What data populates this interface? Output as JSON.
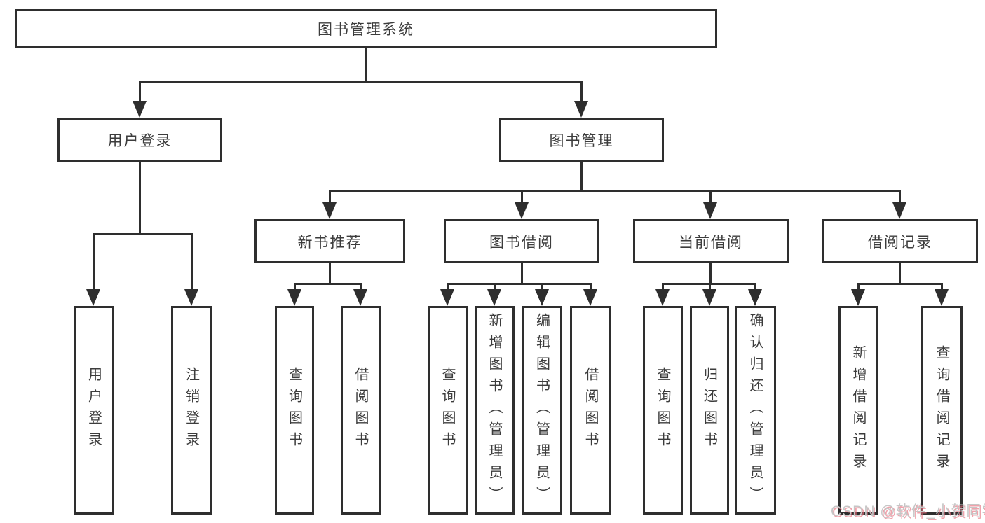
{
  "diagram": {
    "root": "图书管理系统",
    "level2": {
      "login": "用户登录",
      "management": "图书管理"
    },
    "level3": {
      "newbook": "新书推荐",
      "borrow": "图书借阅",
      "current": "当前借阅",
      "records": "借阅记录"
    },
    "leaves": {
      "login": [
        "用户登录",
        "注销登录"
      ],
      "newbook": [
        "查询图书",
        "借阅图书"
      ],
      "borrow": [
        "查询图书",
        "新增图书（管理员）",
        "编辑图书（管理员）",
        "借阅图书"
      ],
      "current": [
        "查询图书",
        "归还图书",
        "确认归还（管理员）"
      ],
      "records": [
        "新增借阅记录",
        "查询借阅记录"
      ]
    },
    "colors": {
      "line": "#2e2e2e",
      "text": "#3c3c3c",
      "background": "#ffffff"
    }
  },
  "watermark": "CSDN @软件_小贺同学"
}
